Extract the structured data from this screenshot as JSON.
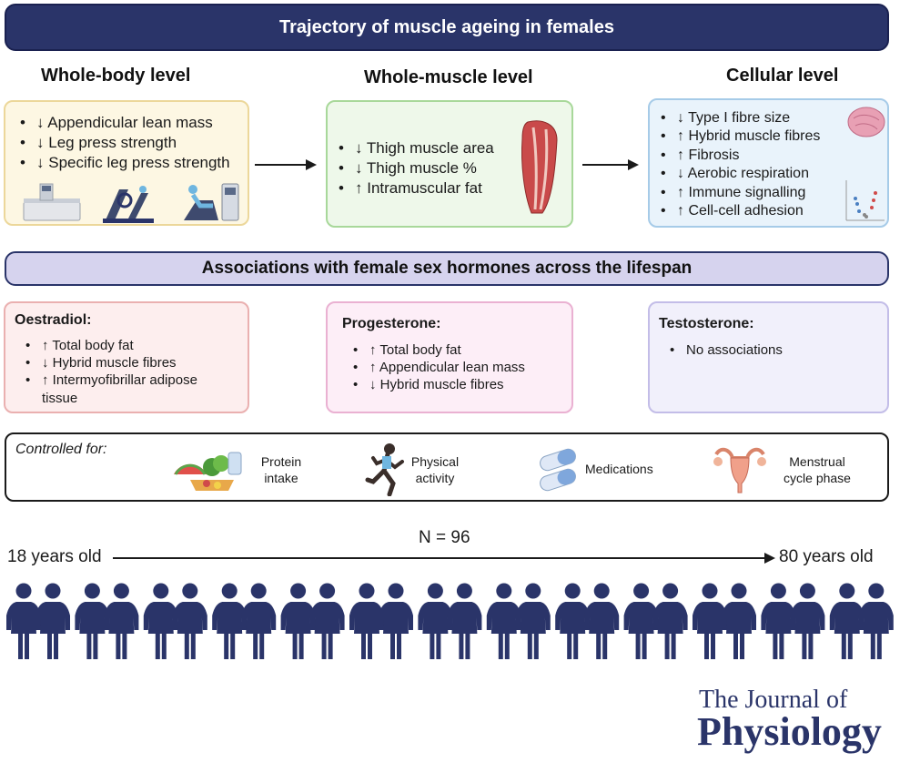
{
  "header": {
    "title": "Trajectory of muscle ageing in females"
  },
  "levels": {
    "whole_body": {
      "title": "Whole-body level",
      "items": [
        {
          "arrow": "↓",
          "text": "Appendicular lean mass"
        },
        {
          "arrow": "↓",
          "text": "Leg press strength"
        },
        {
          "arrow": "↓",
          "text": "Specific leg press strength"
        }
      ]
    },
    "whole_muscle": {
      "title": "Whole-muscle level",
      "items": [
        {
          "arrow": "↓",
          "text": "Thigh muscle area"
        },
        {
          "arrow": "↓",
          "text": "Thigh muscle %"
        },
        {
          "arrow": "↑",
          "text": "Intramuscular fat"
        }
      ]
    },
    "cellular": {
      "title": "Cellular level",
      "items": [
        {
          "arrow": "↓",
          "text": "Type I fibre size"
        },
        {
          "arrow": "↑",
          "text": "Hybrid muscle fibres"
        },
        {
          "arrow": "↑",
          "text": "Fibrosis"
        },
        {
          "arrow": "↓",
          "text": "Aerobic respiration"
        },
        {
          "arrow": "↑",
          "text": "Immune signalling"
        },
        {
          "arrow": "↑",
          "text": "Cell-cell adhesion"
        }
      ]
    }
  },
  "associations": {
    "title": "Associations with female sex hormones across the lifespan",
    "oestradiol": {
      "title": "Oestradiol:",
      "items": [
        {
          "arrow": "↑",
          "text": "Total body fat"
        },
        {
          "arrow": "↓",
          "text": "Hybrid muscle fibres"
        },
        {
          "arrow": "↑",
          "text": "Intermyofibrillar adipose tissue"
        }
      ]
    },
    "progesterone": {
      "title": "Progesterone:",
      "items": [
        {
          "arrow": "↑",
          "text": "Total body fat"
        },
        {
          "arrow": "↑",
          "text": "Appendicular lean mass"
        },
        {
          "arrow": "↓",
          "text": "Hybrid muscle fibres"
        }
      ]
    },
    "testosterone": {
      "title": "Testosterone:",
      "items": [
        {
          "arrow": "",
          "text": "No associations"
        }
      ]
    }
  },
  "controlled": {
    "label": "Controlled for:",
    "items": [
      {
        "label_1": "Protein",
        "label_2": "intake",
        "icon": "food-icon"
      },
      {
        "label_1": "Physical",
        "label_2": "activity",
        "icon": "runner-icon"
      },
      {
        "label_1": "Medications",
        "label_2": "",
        "icon": "pill-icon"
      },
      {
        "label_1": "Menstrual",
        "label_2": "cycle phase",
        "icon": "uterus-icon"
      }
    ]
  },
  "cohort": {
    "n_label": "N = 96",
    "age_start": "18 years old",
    "age_end": "80 years old",
    "figure_color": "#2a3469"
  },
  "journal": {
    "line1": "The Journal of",
    "line2": "Physiology"
  },
  "colors": {
    "navy": "#2a3469",
    "lavender": "#d6d3ee"
  }
}
